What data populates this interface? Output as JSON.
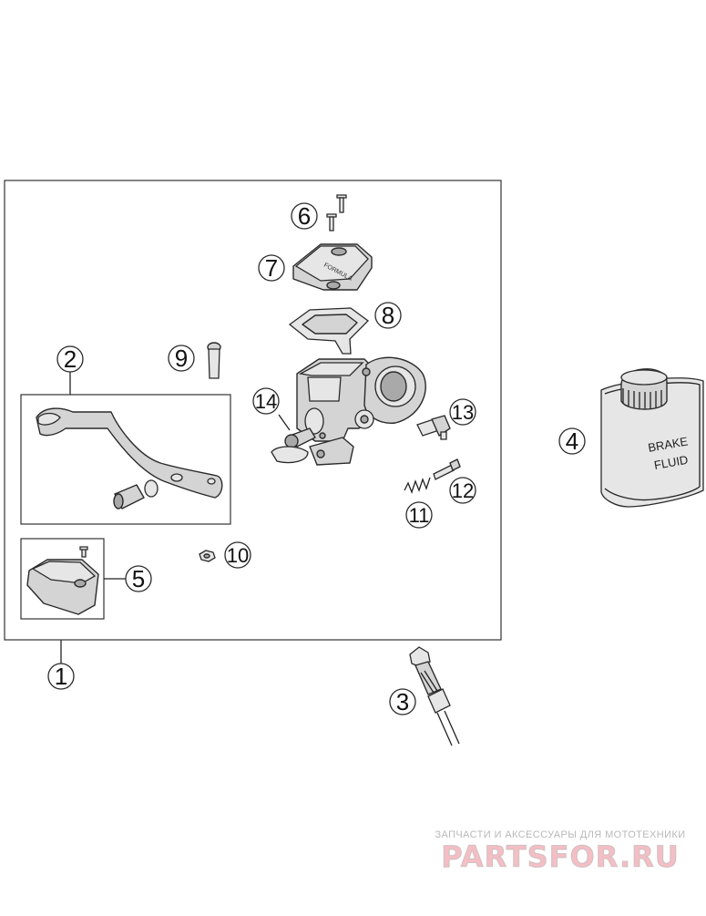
{
  "callouts": [
    "1",
    "2",
    "3",
    "4",
    "5",
    "6",
    "7",
    "8",
    "9",
    "10",
    "11",
    "12",
    "13",
    "14"
  ],
  "brake_fluid_label": {
    "line1": "BRAKE",
    "line2": "FLUID"
  },
  "cover_emblem": "FORMULA",
  "watermark": {
    "tagline": "ЗАПЧАСТИ И АКСЕССУАРЫ ДЛЯ МОТОТЕХНИКИ",
    "brand": "PARTSFOR.RU"
  },
  "colors": {
    "line": "#2a2a2a",
    "part_fill": "#d4d4d4",
    "watermark_red": "#d6283c"
  }
}
